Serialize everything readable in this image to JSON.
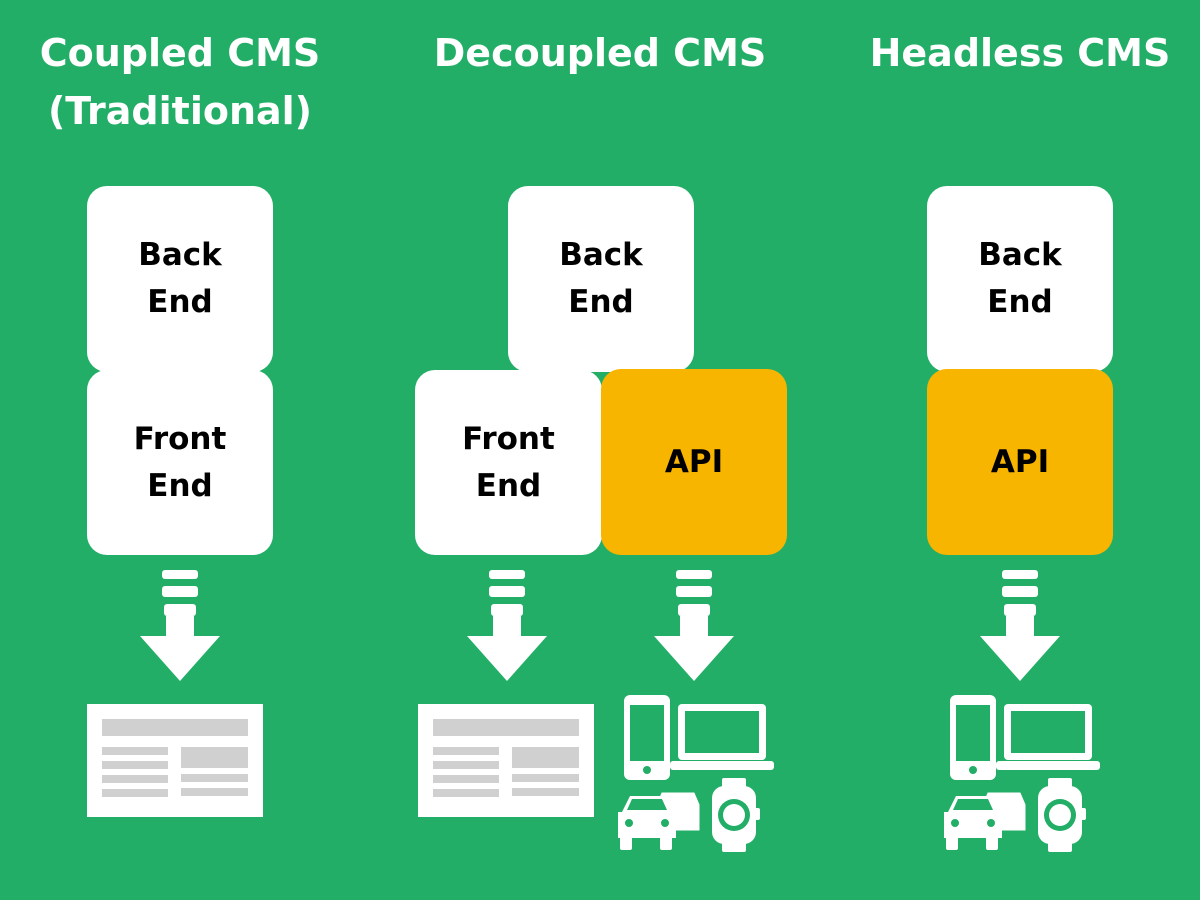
{
  "colors": {
    "background": "#22ae66",
    "block": "#ffffff",
    "api": "#f7b500",
    "text": "#000000",
    "icon_fill": "#ffffff",
    "icon_line": "#d0d0d0"
  },
  "columns": [
    {
      "title_line1": "Coupled CMS",
      "title_line2": "(Traditional)",
      "back_end": {
        "line1": "Back",
        "line2": "End"
      },
      "front_end": {
        "line1": "Front",
        "line2": "End"
      },
      "outputs": [
        "arrow-down-icon",
        "webpage-icon"
      ]
    },
    {
      "title_line1": "Decoupled CMS",
      "back_end": {
        "line1": "Back",
        "line2": "End"
      },
      "front_end": {
        "line1": "Front",
        "line2": "End"
      },
      "api": {
        "label": "API"
      },
      "outputs": [
        "arrow-down-icon",
        "webpage-icon",
        "arrow-down-icon",
        "devices-icon"
      ]
    },
    {
      "title_line1": "Headless CMS",
      "back_end": {
        "line1": "Back",
        "line2": "End"
      },
      "api": {
        "label": "API"
      },
      "outputs": [
        "arrow-down-icon",
        "devices-icon"
      ]
    }
  ]
}
